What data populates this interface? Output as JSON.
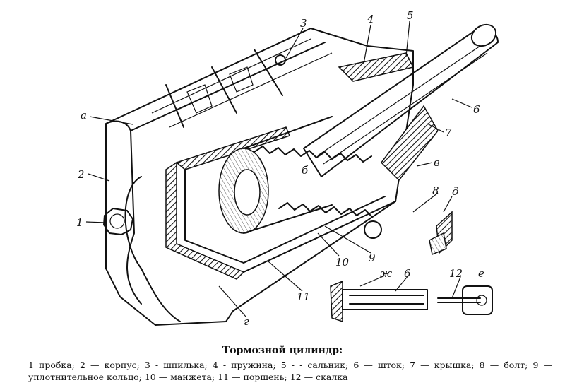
{
  "figure": {
    "callouts": {
      "c1": "1",
      "c2": "2",
      "c3": "3",
      "c4": "4",
      "c5": "5",
      "c6a": "6",
      "c6b": "6",
      "c7": "7",
      "c8": "8",
      "c9": "9",
      "c10": "10",
      "c11": "11",
      "c12": "12",
      "ca": "а",
      "cb": "б",
      "cv": "в",
      "cg": "г",
      "cd": "д",
      "ce": "е",
      "czh": "ж"
    }
  },
  "caption": {
    "title": "Тормозной цилиндр:",
    "body": "1 пробка; 2 — корпус; 3 - шпилька; 4 - пружина; 5 - - сальник; 6 — шток; 7 — крышка; 8 — болт; 9 — уплотнительное кольцо; 10 — манжета; 11 — поршень; 12 — скалка"
  }
}
